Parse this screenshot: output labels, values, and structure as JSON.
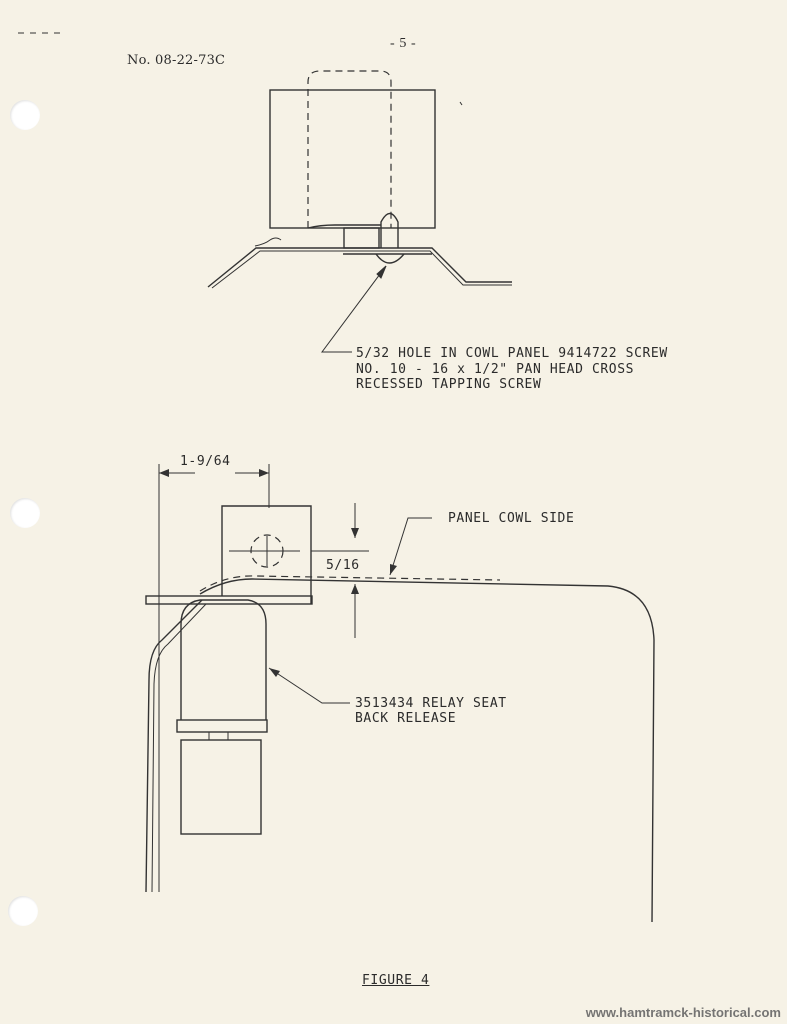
{
  "header": {
    "page_number": "- 5 -",
    "doc_number": "No. 08-22-73C"
  },
  "figure_top": {
    "callout": [
      "5/32 HOLE IN COWL PANEL 9414722 SCREW",
      "NO. 10 - 16 x 1/2\" PAN HEAD CROSS",
      "RECESSED TAPPING SCREW"
    ]
  },
  "figure_bottom": {
    "dim_horizontal": "1-9/64",
    "dim_vertical": "5/16",
    "label_panel": "PANEL COWL SIDE",
    "label_relay": [
      "3513434 RELAY SEAT",
      "BACK RELEASE"
    ]
  },
  "footer": {
    "figure_title": "FIGURE 4",
    "watermark": "www.hamtramck-historical.com"
  }
}
